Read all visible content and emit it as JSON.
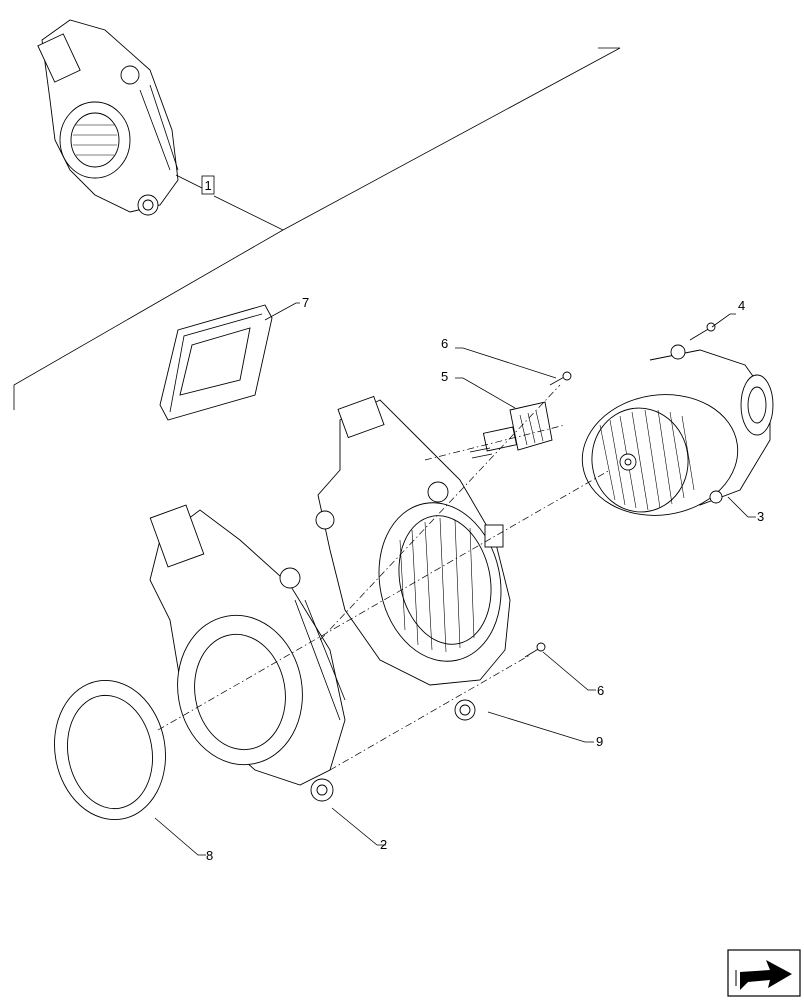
{
  "diagram": {
    "callouts": [
      {
        "id": "c1",
        "label": "1"
      },
      {
        "id": "c2",
        "label": "2"
      },
      {
        "id": "c3",
        "label": "3"
      },
      {
        "id": "c4",
        "label": "4"
      },
      {
        "id": "c5",
        "label": "5"
      },
      {
        "id": "c6a",
        "label": "6"
      },
      {
        "id": "c6b",
        "label": "6"
      },
      {
        "id": "c7",
        "label": "7"
      },
      {
        "id": "c8",
        "label": "8"
      },
      {
        "id": "c9",
        "label": "9"
      }
    ],
    "nav_icon": "next-page-arrow-icon"
  }
}
